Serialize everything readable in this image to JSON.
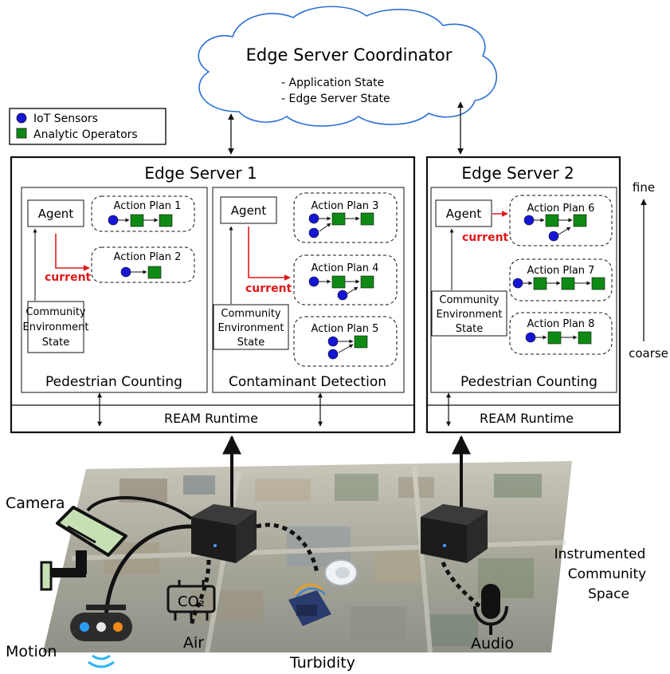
{
  "coordinator": {
    "title": "Edge Server Coordinator",
    "items": [
      "- Application State",
      "- Edge Server State"
    ]
  },
  "legend": {
    "sensor_label": "IoT Sensors",
    "operator_label": "Analytic Operators"
  },
  "server1": {
    "title": "Edge Server 1",
    "runtime": "REAM Runtime",
    "apps": [
      {
        "name": "Pedestrian Counting",
        "agent": "Agent",
        "current_label": "current",
        "env_lines": [
          "Community",
          "Environment",
          "State"
        ],
        "plans": [
          "Action Plan 1",
          "Action Plan 2"
        ]
      },
      {
        "name": "Contaminant Detection",
        "agent": "Agent",
        "current_label": "current",
        "env_lines": [
          "Community",
          "Environment",
          "State"
        ],
        "plans": [
          "Action Plan 3",
          "Action Plan 4",
          "Action Plan 5"
        ]
      }
    ]
  },
  "server2": {
    "title": "Edge Server 2",
    "runtime": "REAM Runtime",
    "app": {
      "name": "Pedestrian Counting",
      "agent": "Agent",
      "current_label": "current",
      "env_lines": [
        "Community",
        "Environment",
        "State"
      ],
      "plans": [
        "Action Plan 6",
        "Action Plan 7",
        "Action Plan 8"
      ]
    }
  },
  "granularity": {
    "top": "fine",
    "bottom": "coarse"
  },
  "community": {
    "devices": {
      "camera": "Camera",
      "motion": "Motion",
      "air": "Air",
      "turbidity": "Turbidity",
      "audio": "Audio"
    },
    "space_lines": [
      "Instrumented",
      "Community",
      "Space"
    ],
    "co2_symbol": "CO₂"
  },
  "colors": {
    "sensor": "#1515d8",
    "operator": "#0e8a14",
    "current": "#e01818",
    "cloud_stroke": "#2a6fd4"
  }
}
